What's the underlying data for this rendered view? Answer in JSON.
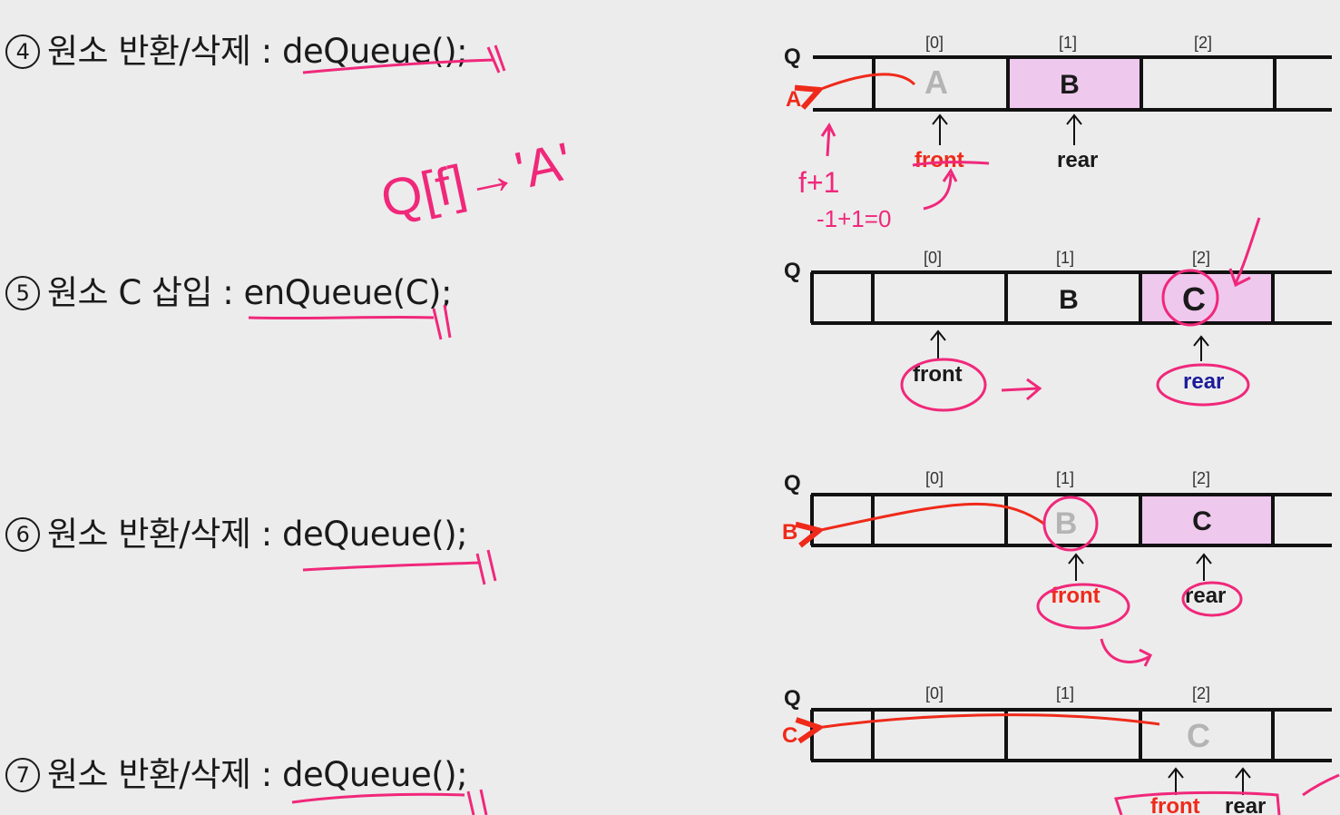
{
  "steps": [
    {
      "num": "4",
      "title": "원소 반환/삭제 :",
      "code": "deQueue();"
    },
    {
      "num": "5",
      "title": "원소 C 삽입 :",
      "code": "enQueue(C);"
    },
    {
      "num": "6",
      "title": "원소 반환/삭제 :",
      "code": "deQueue();"
    },
    {
      "num": "7",
      "title": "원소 반환/삭제 :",
      "code": "deQueue();"
    }
  ],
  "queue_label": "Q",
  "indices": [
    "[0]",
    "[1]",
    "[2]"
  ],
  "labels": {
    "front": "front",
    "rear": "rear"
  },
  "diagrams": [
    {
      "cells": [
        "",
        "A",
        "B",
        "",
        ""
      ],
      "returned": "A"
    },
    {
      "cells": [
        "",
        "",
        "B",
        "C",
        ""
      ],
      "returned": ""
    },
    {
      "cells": [
        "",
        "",
        "B",
        "C",
        ""
      ],
      "returned": "B"
    },
    {
      "cells": [
        "",
        "",
        "",
        "C",
        ""
      ],
      "returned": "C"
    }
  ],
  "handwriting": {
    "expr1": "Q[f]→'A'",
    "expr2": "f+1",
    "expr3": "-1+1=0"
  },
  "colors": {
    "highlight": "#efc8ee",
    "ink": "#f0287a",
    "arrow_red": "#ef2a1a",
    "ghost": "#b4b4b4",
    "rear_blue": "#1c1c9a"
  }
}
